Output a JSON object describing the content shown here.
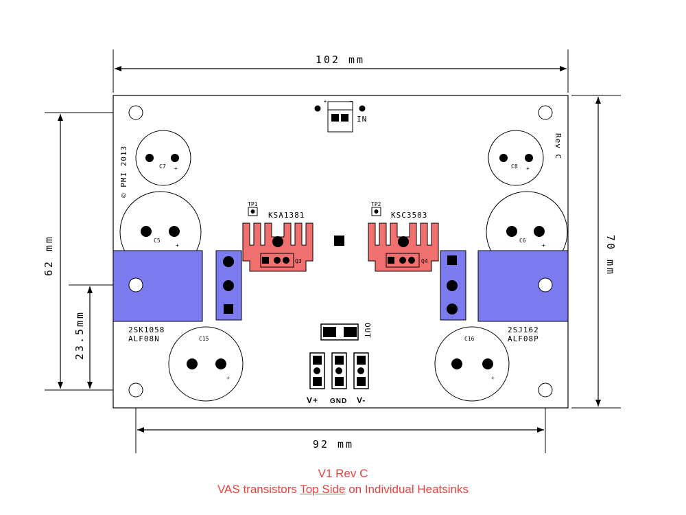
{
  "dimensions": {
    "width_top": "102 mm",
    "width_bottom": "92 mm",
    "height_left": "62 mm",
    "height_right": "70 mm",
    "height_offset": "23.5mm"
  },
  "board": {
    "copyright": "© PMI 2013",
    "revision": "Rev C",
    "input": {
      "label": "IN",
      "plus": "+",
      "minus": "−"
    },
    "output_label": "OUT",
    "power": {
      "vplus": "V+",
      "gnd": "GND",
      "vminus": "V-"
    },
    "test_points": [
      "TP1",
      "TP2"
    ],
    "transistors": [
      {
        "part": "KSA1381",
        "ref": "Q3"
      },
      {
        "part": "KSC3503",
        "ref": "Q4"
      }
    ],
    "mosfets": [
      {
        "part": "2SK1058",
        "alt": "ALF08N"
      },
      {
        "part": "2SJ162",
        "alt": "ALF08P"
      }
    ],
    "capacitors": [
      "C7",
      "C8",
      "C5",
      "C6",
      "C15",
      "C16"
    ],
    "polarity_mark": "+",
    "colors": {
      "heatsink": "#f07070",
      "mosfet_pad": "#7b7bef",
      "caption": "#e8413c"
    }
  },
  "caption": {
    "line1": "V1 Rev C",
    "line2_pre": "VAS transistors ",
    "line2_underlined": "Top Side",
    "line2_post": " on Individual Heatsinks"
  }
}
